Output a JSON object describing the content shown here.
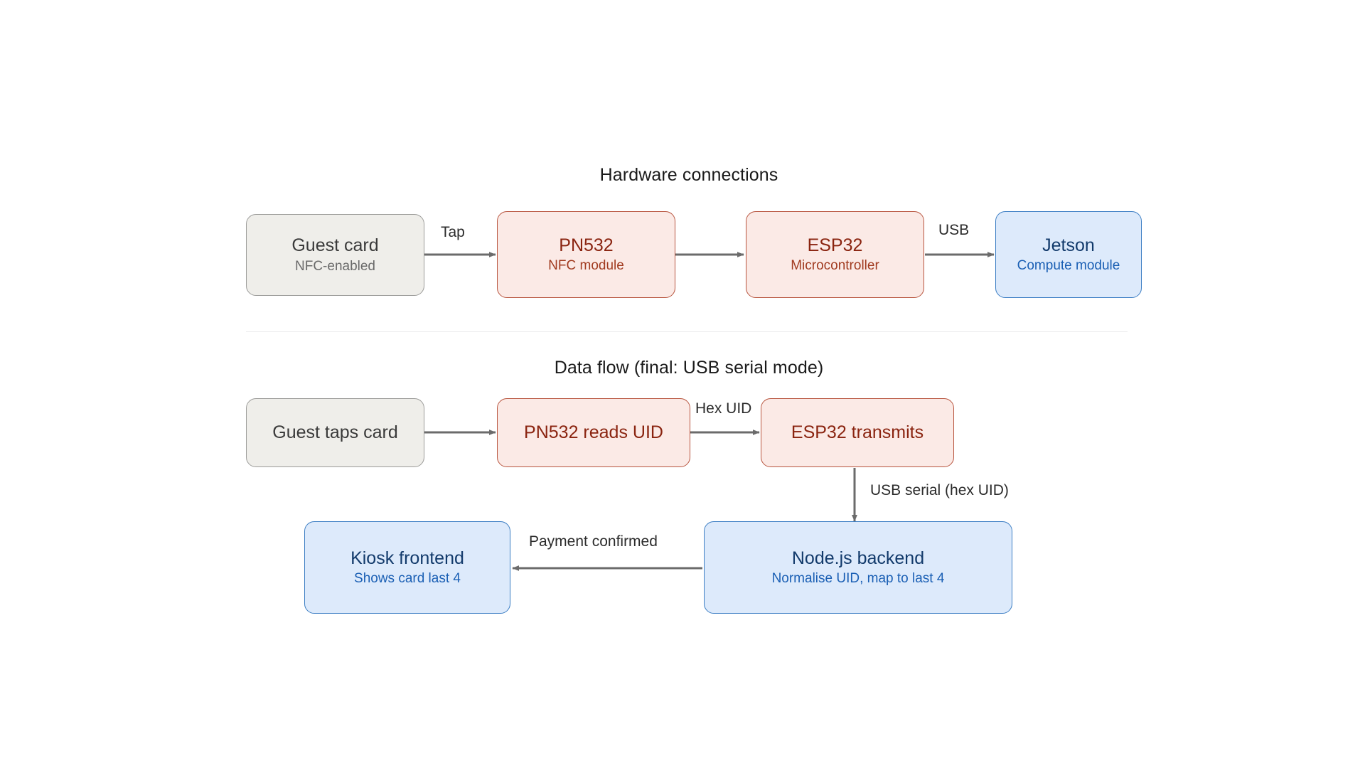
{
  "diagram": {
    "sections": [
      {
        "id": "hardware",
        "title": "Hardware connections"
      },
      {
        "id": "dataflow",
        "title": "Data flow (final: USB serial mode)"
      }
    ],
    "hardware_nodes": [
      {
        "id": "guest-card",
        "title": "Guest card",
        "sub": "NFC-enabled",
        "style": "grey"
      },
      {
        "id": "pn532",
        "title": "PN532",
        "sub": "NFC module",
        "style": "red"
      },
      {
        "id": "esp32",
        "title": "ESP32",
        "sub": "Microcontroller",
        "style": "red"
      },
      {
        "id": "jetson",
        "title": "Jetson",
        "sub": "Compute module",
        "style": "blue"
      }
    ],
    "hardware_edges": [
      {
        "id": "guest-to-pn532",
        "label": "Tap",
        "from": "guest-card",
        "to": "pn532"
      },
      {
        "id": "pn532-to-esp32",
        "label": "",
        "from": "pn532",
        "to": "esp32"
      },
      {
        "id": "esp32-to-jetson",
        "label": "USB",
        "from": "esp32",
        "to": "jetson"
      }
    ],
    "dataflow_nodes": [
      {
        "id": "guest-taps-card",
        "title": "Guest taps card",
        "sub": "",
        "style": "grey"
      },
      {
        "id": "pn532-reads-uid",
        "title": "PN532 reads UID",
        "sub": "",
        "style": "red"
      },
      {
        "id": "esp32-transmits",
        "title": "ESP32 transmits",
        "sub": "",
        "style": "red"
      },
      {
        "id": "nodejs-backend",
        "title": "Node.js backend",
        "sub": "Normalise UID, map to last 4",
        "style": "blue"
      },
      {
        "id": "kiosk-frontend",
        "title": "Kiosk frontend",
        "sub": "Shows card last 4",
        "style": "blue"
      }
    ],
    "dataflow_edges": [
      {
        "id": "taps-to-reads",
        "label": "",
        "from": "guest-taps-card",
        "to": "pn532-reads-uid"
      },
      {
        "id": "reads-to-transmits",
        "label": "Hex UID",
        "from": "pn532-reads-uid",
        "to": "esp32-transmits"
      },
      {
        "id": "transmits-to-backend",
        "label": "USB serial (hex UID)",
        "from": "esp32-transmits",
        "to": "nodejs-backend"
      },
      {
        "id": "backend-to-kiosk",
        "label": "Payment confirmed",
        "from": "nodejs-backend",
        "to": "kiosk-frontend"
      }
    ],
    "colors": {
      "grey_fill": "#efeeea",
      "grey_border": "#9b9b99",
      "red_fill": "#fbeae6",
      "red_border": "#b8553f",
      "red_text": "#8a2410",
      "blue_fill": "#ddeafb",
      "blue_border": "#3c7ec4",
      "blue_text": "#123a6b",
      "arrow": "#666666",
      "divider": "#ececed",
      "background": "#ffffff"
    }
  }
}
